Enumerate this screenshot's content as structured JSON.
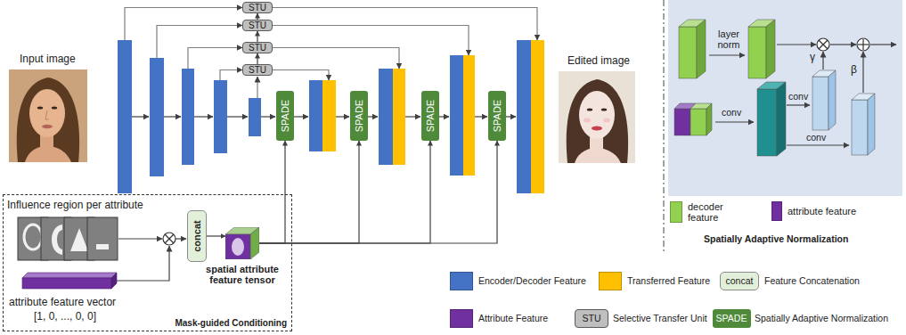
{
  "diagram": {
    "nodes": [
      {
        "text": [
          "STU"
        ]
      },
      {
        "text": [
          "STU"
        ]
      },
      {
        "text": [
          "STU"
        ]
      },
      {
        "text": [
          "STU"
        ]
      },
      {
        "text": [
          "SPADE"
        ]
      },
      {
        "text": [
          "SPADE"
        ]
      },
      {
        "text": [
          "SPADE"
        ]
      },
      {
        "text": [
          "SPADE"
        ]
      },
      {
        "text": [
          "Mask-guided Conditioning"
        ]
      },
      {
        "text": [
          "concat"
        ],
        "in": 8
      },
      {
        "text": [
          "spatial attribute feature tensor"
        ],
        "in": 8
      },
      {
        "text": [
          "concat"
        ]
      },
      {
        "text": [
          "STU"
        ]
      },
      {
        "text": [
          "SPADE"
        ]
      }
    ],
    "edges": [
      {
        "from": 3,
        "to": 2,
        "arrow": "to"
      },
      {
        "from": 2,
        "to": 1,
        "arrow": "to"
      },
      {
        "from": 1,
        "to": 0,
        "arrow": "to"
      },
      {
        "from": 9,
        "to": 10,
        "arrow": "to"
      },
      {
        "from": 10,
        "to": 4,
        "arrow": "to"
      },
      {
        "from": 10,
        "to": 5,
        "arrow": "to"
      },
      {
        "from": 10,
        "to": 6,
        "arrow": "to"
      },
      {
        "from": 10,
        "to": 7,
        "arrow": "to"
      }
    ],
    "labels": [
      "Input image",
      "Edited image",
      "layer norm",
      "γ",
      "β",
      "conv",
      "conv",
      "conv",
      "Spatially Adaptive Normalization",
      "Influence region per attribute",
      "attribute feature vector",
      "[1, 0, ..., 0, 0]"
    ],
    "legend": [
      {
        "text": "decoder feature",
        "color": "#92d050"
      },
      {
        "text": "attribute feature",
        "color": "#7030a0"
      },
      {
        "text": "Encoder/Decoder Feature",
        "color": "#4472c4"
      },
      {
        "text": "Transferred Feature",
        "color": "#ffc000"
      },
      {
        "text": "Feature Concatenation"
      },
      {
        "text": "Attribute Feature",
        "color": "#7030a0"
      },
      {
        "text": "Selective Transfer Unit"
      },
      {
        "text": "Spatially Adaptive Normalization"
      }
    ]
  }
}
